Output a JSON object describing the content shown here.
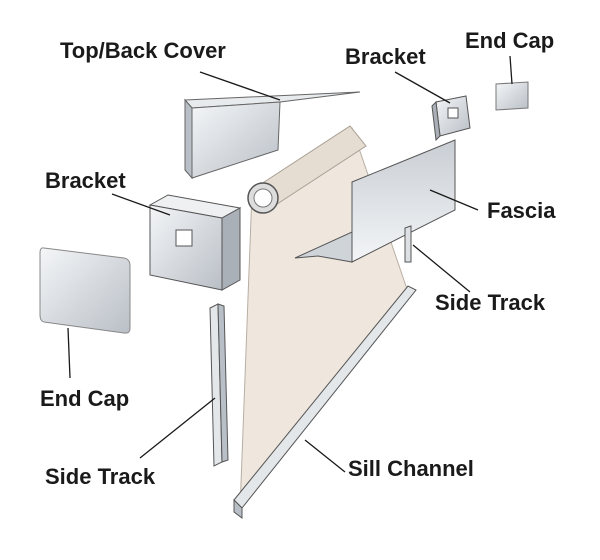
{
  "labels": {
    "top_back_cover": "Top/Back Cover",
    "bracket_right": "Bracket",
    "end_cap_right": "End Cap",
    "bracket_left": "Bracket",
    "fascia": "Fascia",
    "side_track_right": "Side Track",
    "end_cap_left": "End Cap",
    "side_track_left": "Side Track",
    "sill_channel": "Sill Channel"
  },
  "colors": {
    "fabric": "#efe7de",
    "metal": "#d9dde2",
    "line": "#1a1a1a"
  }
}
